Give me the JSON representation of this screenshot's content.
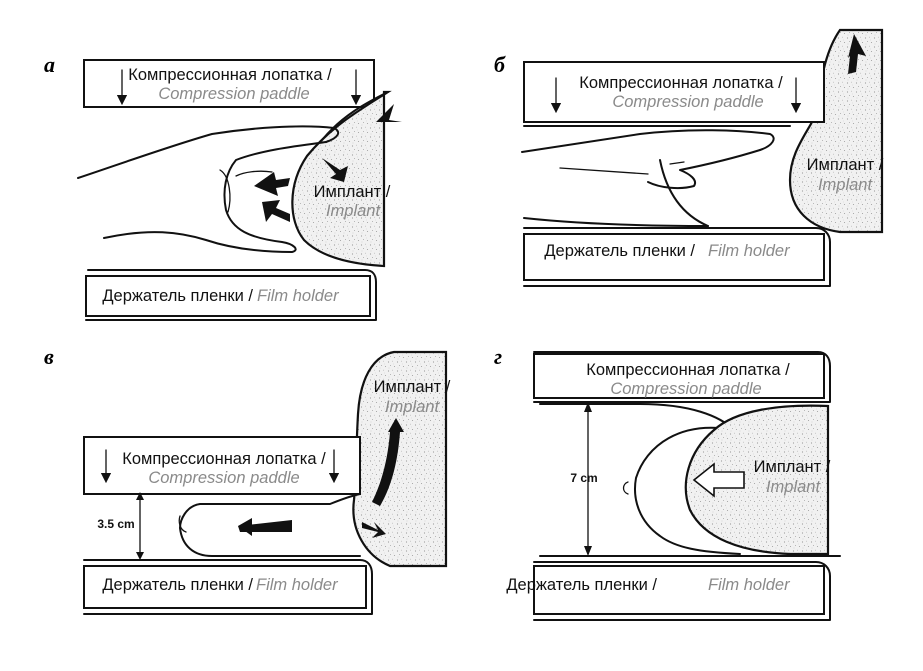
{
  "panels": {
    "a": {
      "letter": "а",
      "paddle_ru": "Компрессионная лопатка /",
      "paddle_en": "Compression paddle",
      "implant_ru": "Имплант /",
      "implant_en": "Implant",
      "holder_ru": "Держатель пленки /",
      "holder_en": "Film holder"
    },
    "b": {
      "letter": "б",
      "paddle_ru": "Компрессионная лопатка /",
      "paddle_en": "Compression paddle",
      "implant_ru": "Имплант /",
      "implant_en": "Implant",
      "holder_ru": "Держатель пленки /",
      "holder_en": "Film holder"
    },
    "c": {
      "letter": "в",
      "paddle_ru": "Компрессионная лопатка /",
      "paddle_en": "Compression paddle",
      "implant_ru": "Имплант /",
      "implant_en": "Implant",
      "holder_ru": "Держатель пленки /",
      "holder_en": "Film holder",
      "measurement": "3.5 cm"
    },
    "d": {
      "letter": "г",
      "paddle_ru": "Компрессионная лопатка /",
      "paddle_en": "Compression paddle",
      "implant_ru": "Имплант /",
      "implant_en": "Implant",
      "holder_ru": "Держатель пленки /",
      "holder_en": "Film holder",
      "measurement": "7 cm"
    }
  }
}
